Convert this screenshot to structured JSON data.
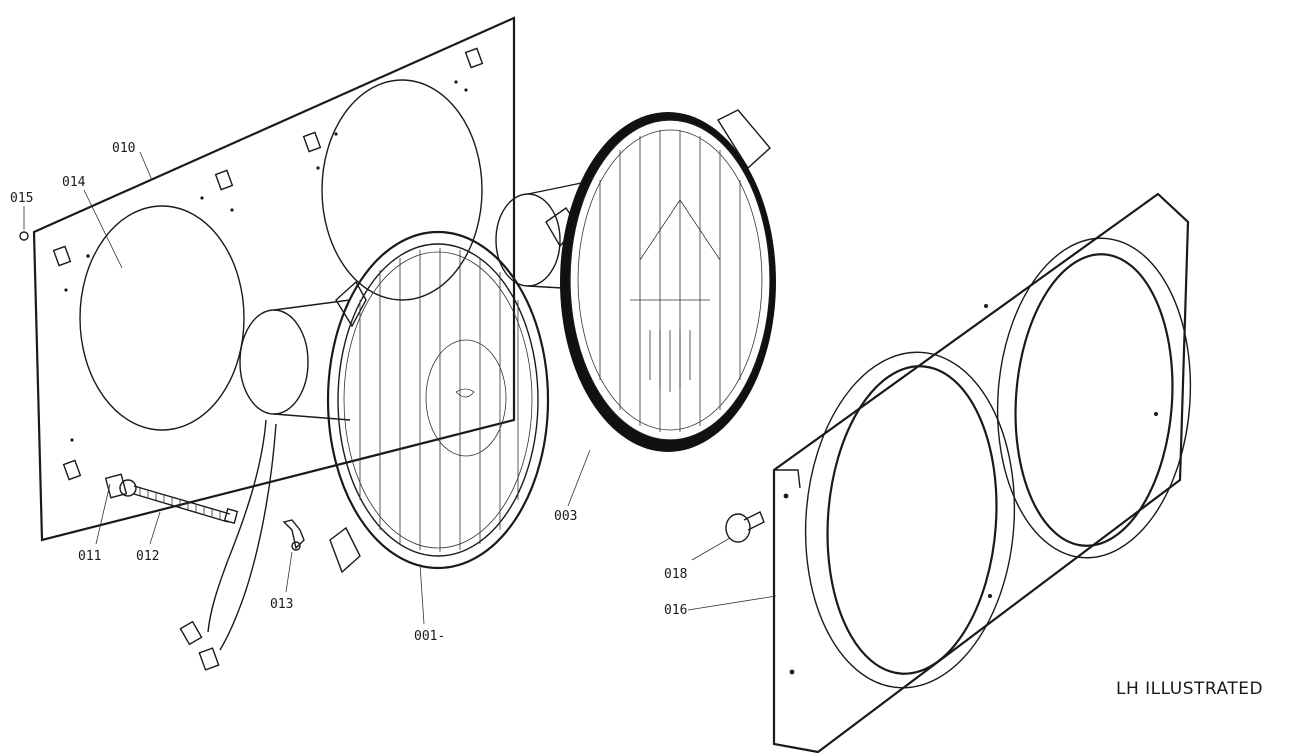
{
  "parts": {
    "001": "001-",
    "003": "003",
    "010": "010",
    "011": "011",
    "012": "012",
    "013": "013",
    "014": "014",
    "015": "015",
    "016": "016",
    "018": "018"
  },
  "caption": "LH ILLUSTRATED"
}
